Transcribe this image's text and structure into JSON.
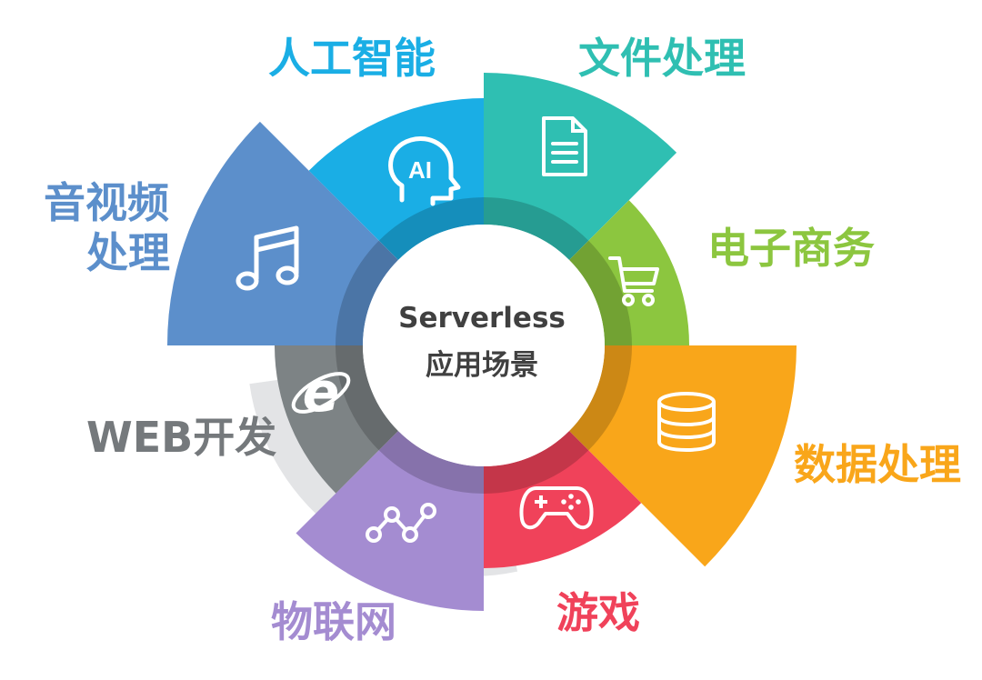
{
  "center": {
    "line1": "Serverless",
    "line2": "应用场景"
  },
  "segments": [
    {
      "key": "ai",
      "label": "人工智能",
      "icon": "ai-head-icon",
      "color": "#1aaee5",
      "text_color": "#1aaee5"
    },
    {
      "key": "file",
      "label": "文件处理",
      "icon": "document-icon",
      "color": "#2fbfb2",
      "text_color": "#2fbfb2"
    },
    {
      "key": "ecom",
      "label": "电子商务",
      "icon": "shopping-cart-icon",
      "color": "#8cc63f",
      "text_color": "#8cc63f"
    },
    {
      "key": "data",
      "label": "数据处理",
      "icon": "database-icon",
      "color": "#f9a61a",
      "text_color": "#f9a61a"
    },
    {
      "key": "game",
      "label": "游戏",
      "icon": "gamepad-icon",
      "color": "#f0425a",
      "text_color": "#f0425a"
    },
    {
      "key": "iot",
      "label": "物联网",
      "icon": "network-icon",
      "color": "#a48cd1",
      "text_color": "#a48cd1"
    },
    {
      "key": "web",
      "label": "WEB开发",
      "icon": "ie-browser-icon",
      "color": "#7d8385",
      "text_color": "#75797c"
    },
    {
      "key": "media",
      "label_lines": [
        "音视频",
        "处理"
      ],
      "icon": "music-note-icon",
      "color": "#5c8fcb",
      "text_color": "#5c8fcb"
    }
  ]
}
